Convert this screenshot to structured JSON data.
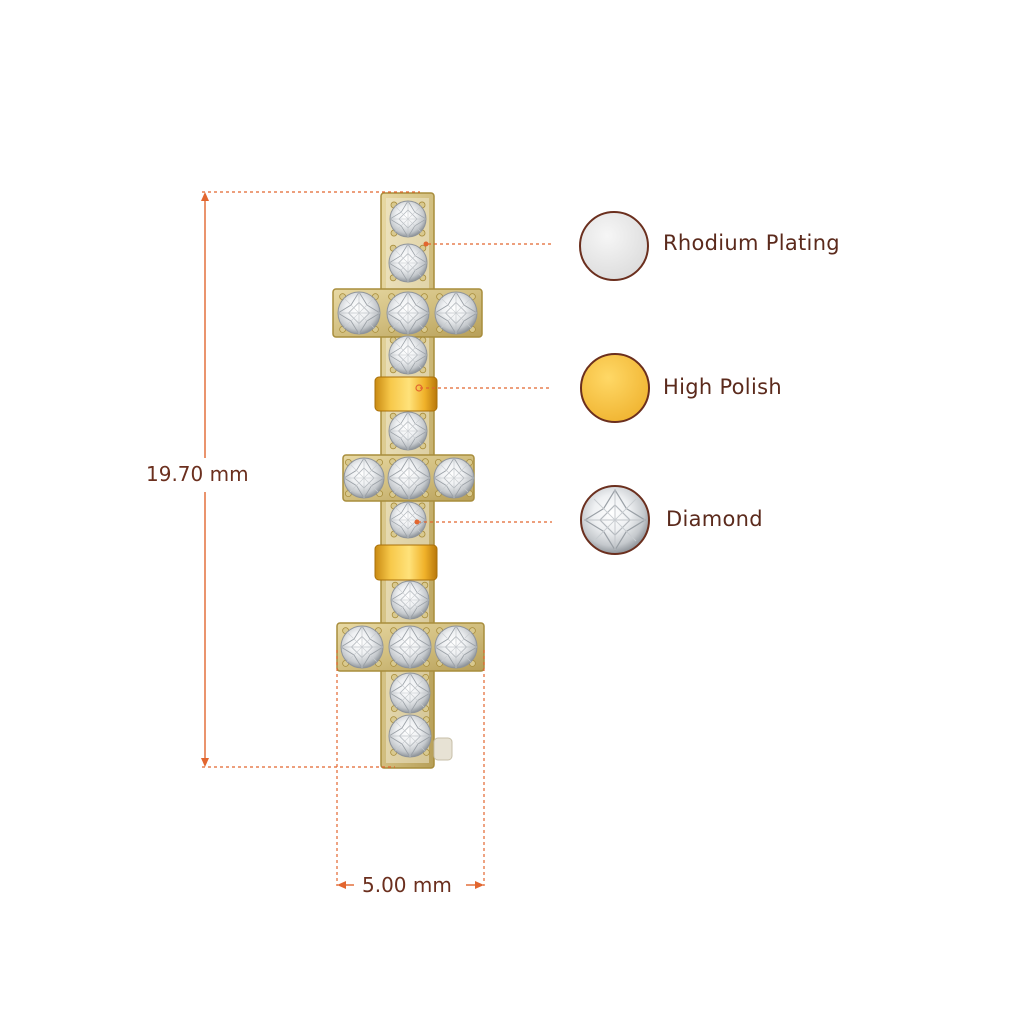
{
  "dimensions": {
    "height_label": "19.70 mm",
    "width_label": "5.00 mm"
  },
  "legend": [
    {
      "label": "Rhodium Plating",
      "swatch": "rhodium",
      "color": "#e6e6e6"
    },
    {
      "label": "High Polish",
      "swatch": "gold",
      "color": "#f6c040"
    },
    {
      "label": "Diamond",
      "swatch": "diamond",
      "color": "#f4f4f4"
    }
  ],
  "colors": {
    "dimension_line": "#e2662f",
    "swatch_border": "#6b2f1e",
    "gold": "#f3b62c",
    "text": "#5b2a1c"
  },
  "icons": {
    "product": "earring-cross-stack-image"
  }
}
